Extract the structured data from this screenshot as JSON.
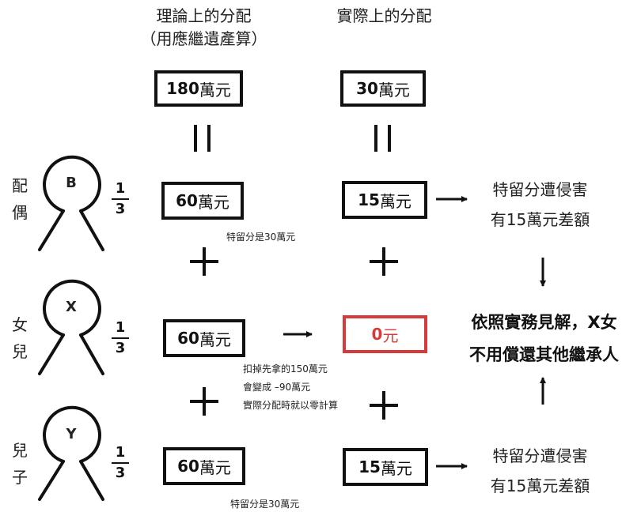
{
  "headers": {
    "theoretical": "理論上的分配",
    "theoretical_sub": "（用應繼遺產算）",
    "actual": "實際上的分配"
  },
  "totals": {
    "theoretical_num": "180",
    "theoretical_unit": "萬元",
    "actual_num": "30",
    "actual_unit": "萬元"
  },
  "heirs": [
    {
      "label": "配偶",
      "initial": "B",
      "share_num": "1",
      "share_den": "3",
      "theoretical_num": "60",
      "theoretical_unit": "萬元",
      "actual_num": "15",
      "actual_unit": "萬元",
      "note": "特留分是30萬元"
    },
    {
      "label": "女兒",
      "initial": "X",
      "share_num": "1",
      "share_den": "3",
      "theoretical_num": "60",
      "theoretical_unit": "萬元",
      "actual_num": "0",
      "actual_unit": "元",
      "note_lines": [
        "扣掉先拿的150萬元",
        "會變成 –90萬元",
        "實際分配時就以零計算"
      ]
    },
    {
      "label": "兒子",
      "initial": "Y",
      "share_num": "1",
      "share_den": "3",
      "theoretical_num": "60",
      "theoretical_unit": "萬元",
      "actual_num": "15",
      "actual_unit": "萬元",
      "note": "特留分是30萬元"
    }
  ],
  "infringement": {
    "top": [
      "特留分遭侵害",
      "有15萬元差額"
    ],
    "bottom": [
      "特留分遭侵害",
      "有15萬元差額"
    ]
  },
  "conclusion": [
    "依照實務見解，X女",
    "不用償還其他繼承人"
  ],
  "colors": {
    "ink": "#111111",
    "highlight": "#d63b3b"
  }
}
